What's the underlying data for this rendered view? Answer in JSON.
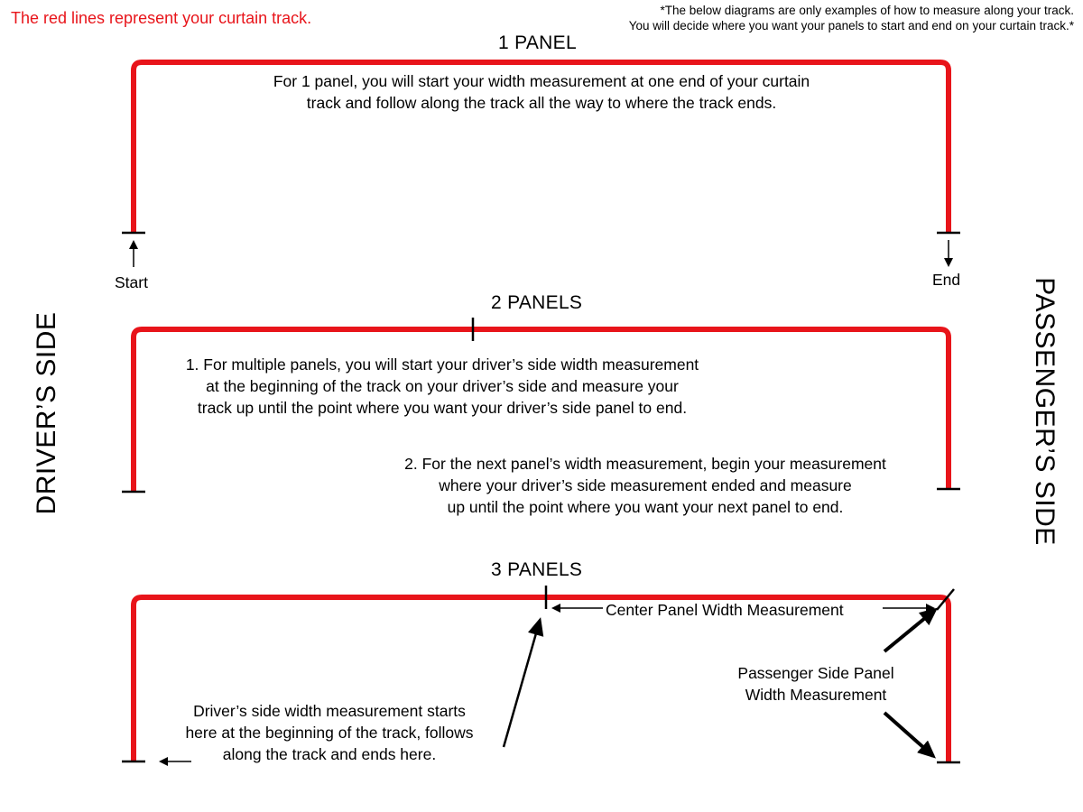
{
  "header": {
    "red_note": "The red lines represent your curtain track.",
    "disclaimer_line1": "*The below diagrams are only examples of how to measure along your track.",
    "disclaimer_line2": "You will decide where you want your panels to start and end on your curtain track.*"
  },
  "side_labels": {
    "driver": "DRIVER’S SIDE",
    "passenger": "PASSENGER’S SIDE"
  },
  "panel1": {
    "title": "1 PANEL",
    "text_line1": "For 1 panel, you will start your width measurement at one end of your curtain",
    "text_line2": "track and follow along the track all the way to where the track ends.",
    "start_label": "Start",
    "end_label": "End"
  },
  "panel2": {
    "title": "2 PANELS",
    "step1_line1": "1.  For multiple panels, you will start your driver’s side width measurement",
    "step1_line2": "at the beginning of the track on your driver’s side and measure your",
    "step1_line3": "track up until the point where you want your driver’s side panel to end.",
    "step2_line1": "2.  For the next panel’s width measurement, begin your measurement",
    "step2_line2": "where your driver’s side measurement ended and measure",
    "step2_line3": "up until the point where you want your next panel to end."
  },
  "panel3": {
    "title": "3 PANELS",
    "center_label": "Center Panel Width Measurement",
    "passenger_line1": "Passenger Side Panel",
    "passenger_line2": "Width Measurement",
    "driver_line1": "Driver’s side width measurement starts",
    "driver_line2": "here at the beginning of the track, follows",
    "driver_line3": "along the track and ends here."
  },
  "colors": {
    "track": "#e8141a",
    "ink": "#000000"
  }
}
